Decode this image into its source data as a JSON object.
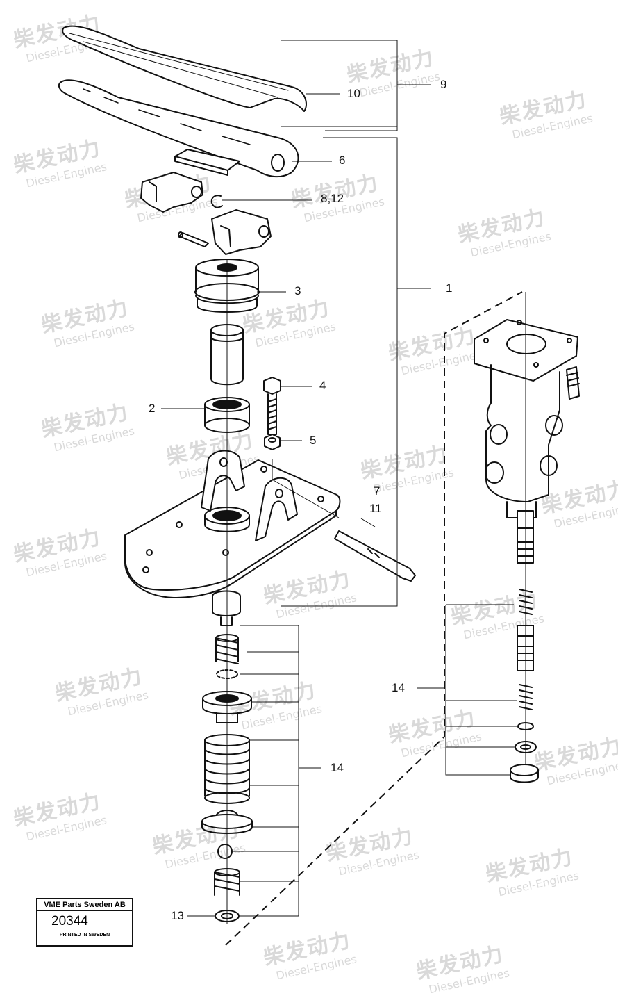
{
  "watermark": {
    "cn": "柴发动力",
    "en": "Diesel-Engines"
  },
  "callouts": [
    {
      "id": "c10",
      "text": "10"
    },
    {
      "id": "c9",
      "text": "9"
    },
    {
      "id": "c6",
      "text": "6"
    },
    {
      "id": "c8_12",
      "text": "8,12"
    },
    {
      "id": "c3",
      "text": "3"
    },
    {
      "id": "c1",
      "text": "1"
    },
    {
      "id": "c4",
      "text": "4"
    },
    {
      "id": "c2",
      "text": "2"
    },
    {
      "id": "c5",
      "text": "5"
    },
    {
      "id": "c7",
      "text": "7"
    },
    {
      "id": "c11",
      "text": "11"
    },
    {
      "id": "c14a",
      "text": "14"
    },
    {
      "id": "c14b",
      "text": "14"
    },
    {
      "id": "c13",
      "text": "13"
    }
  ],
  "stamp": {
    "company": "VME Parts Sweden AB",
    "number": "20344",
    "printed": "PRINTED IN SWEDEN"
  }
}
